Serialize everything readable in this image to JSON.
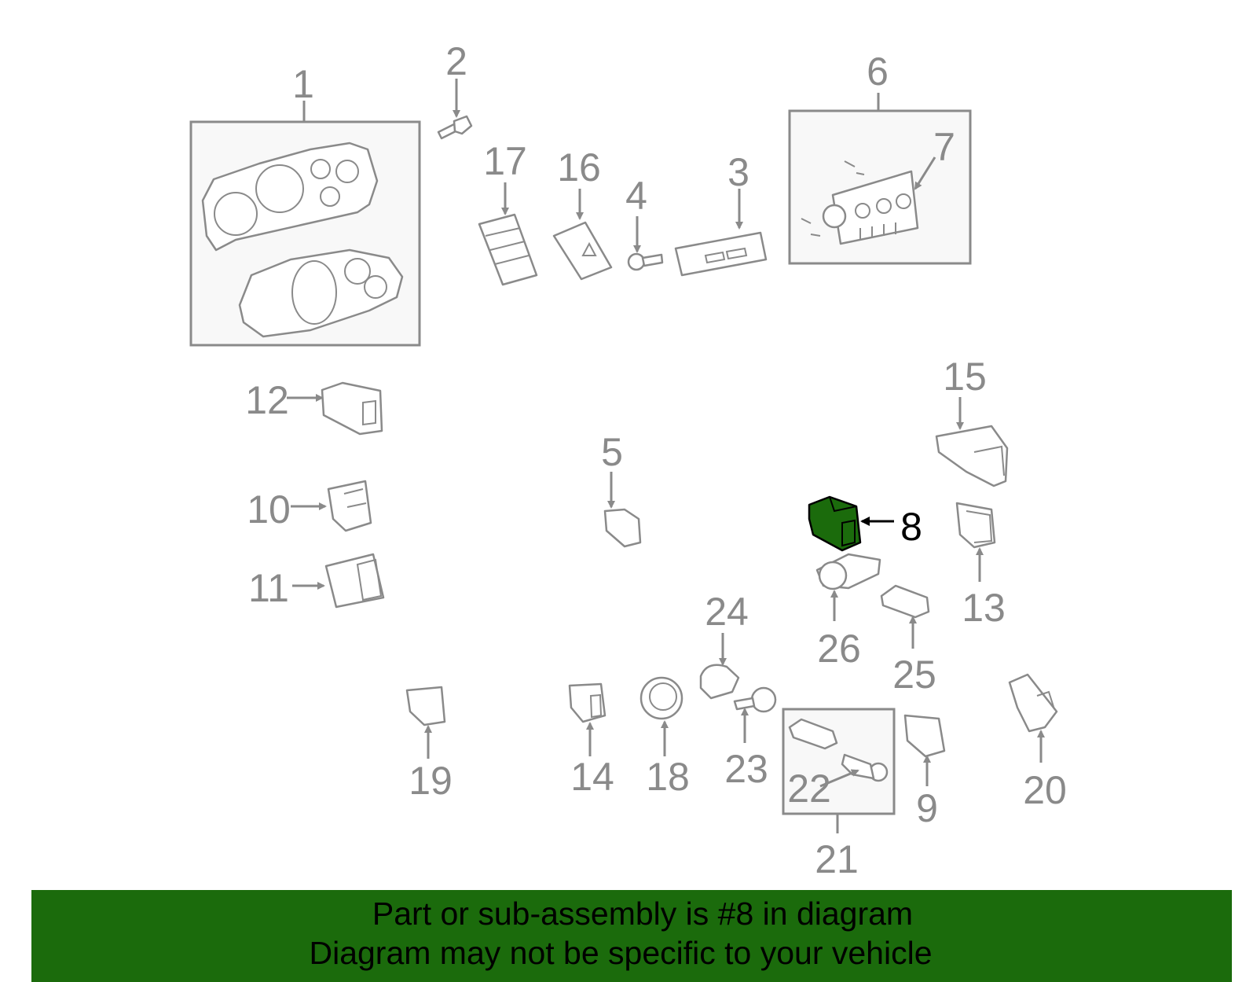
{
  "diagram": {
    "highlight_color": "#1b6b0c",
    "line_color": "#8a8a8a",
    "highlighted_part": "8",
    "callouts": {
      "c1": "1",
      "c2": "2",
      "c3": "3",
      "c4": "4",
      "c5": "5",
      "c6": "6",
      "c7": "7",
      "c8": "8",
      "c9": "9",
      "c10": "10",
      "c11": "11",
      "c12": "12",
      "c13": "13",
      "c14": "14",
      "c15": "15",
      "c16": "16",
      "c17": "17",
      "c18": "18",
      "c19": "19",
      "c20": "20",
      "c21": "21",
      "c22": "22",
      "c23": "23",
      "c24": "24",
      "c25": "25",
      "c26": "26"
    }
  },
  "banner": {
    "line1": "Part or sub-assembly is #8 in diagram",
    "line2": "Diagram may not be specific to your vehicle",
    "background": "#1b6b0c"
  }
}
